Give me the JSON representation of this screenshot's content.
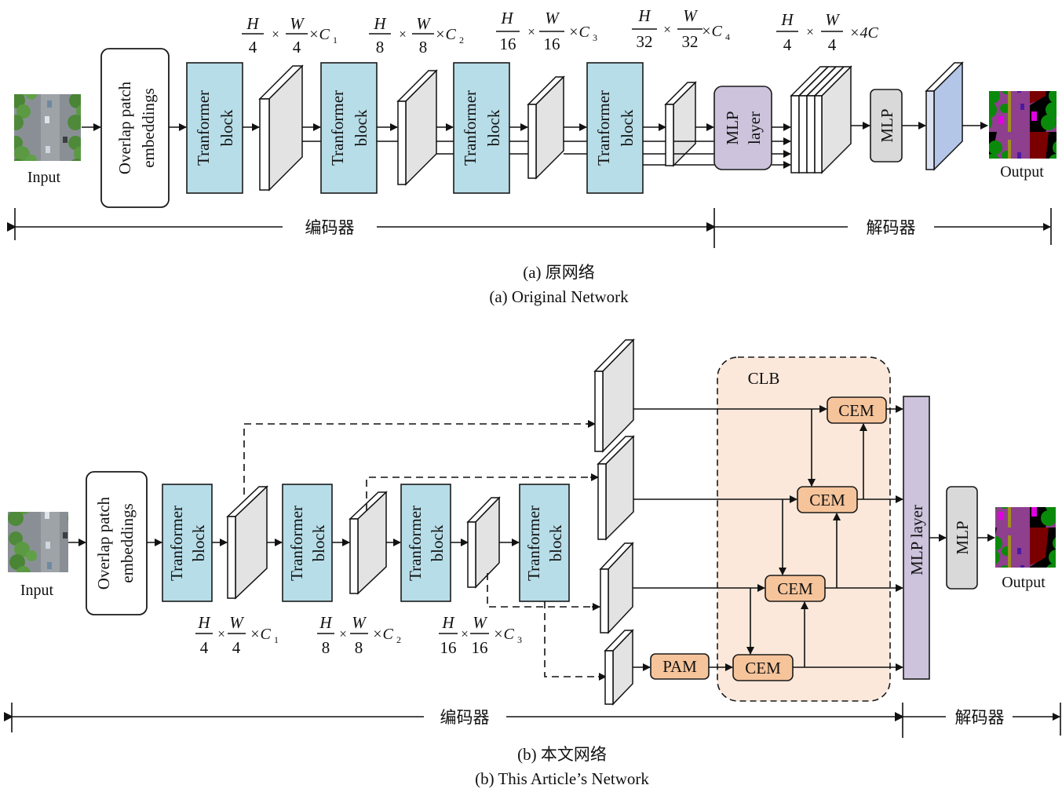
{
  "figure_a": {
    "input_label": "Input",
    "output_label": "Output",
    "embedding_label_line1": "Overlap patch",
    "embedding_label_line2": "embeddings",
    "block_line1": "Tranformer",
    "block_line2": "block",
    "mlp_layer_line1": "MLP",
    "mlp_layer_line2": "layer",
    "mlp_label": "MLP",
    "dims": [
      {
        "num1": "H",
        "den1": "4",
        "num2": "W",
        "den2": "4",
        "suffix": "×C",
        "sub": "1"
      },
      {
        "num1": "H",
        "den1": "8",
        "num2": "W",
        "den2": "8",
        "suffix": "×C",
        "sub": "2"
      },
      {
        "num1": "H",
        "den1": "16",
        "num2": "W",
        "den2": "16",
        "suffix": "×C",
        "sub": "3"
      },
      {
        "num1": "H",
        "den1": "32",
        "num2": "W",
        "den2": "32",
        "suffix": "×C",
        "sub": "4"
      },
      {
        "num1": "H",
        "den1": "4",
        "num2": "W",
        "den2": "4",
        "suffix": "×4C",
        "sub": ""
      }
    ],
    "times": "×",
    "encoder_label": "编码器",
    "decoder_label": "解码器",
    "caption_cn": "(a) 原网络",
    "caption_en": "(a) Original Network"
  },
  "figure_b": {
    "input_label": "Input",
    "output_label": "Output",
    "embedding_label_line1": "Overlap patch",
    "embedding_label_line2": "embeddings",
    "block_line1": "Tranformer",
    "block_line2": "block",
    "clb_label": "CLB",
    "cem_label": "CEM",
    "pam_label": "PAM",
    "mlp_layer_label": "MLP layer",
    "mlp_label": "MLP",
    "dims": [
      {
        "num1": "H",
        "den1": "4",
        "num2": "W",
        "den2": "4",
        "suffix": "×C",
        "sub": "1"
      },
      {
        "num1": "H",
        "den1": "8",
        "num2": "W",
        "den2": "8",
        "suffix": "×C",
        "sub": "2"
      },
      {
        "num1": "H",
        "den1": "16",
        "num2": "W",
        "den2": "16",
        "suffix": "×C",
        "sub": "3"
      }
    ],
    "times": "×",
    "encoder_label": "编码器",
    "decoder_label": "解码器",
    "caption_cn": "(b) 本文网络",
    "caption_en": "(b) This Article’s Network"
  },
  "colors": {
    "transformer_block": "#b7dde8",
    "mlp_layer": "#cdc3dc",
    "mlp": "#d9d9d9",
    "cem_pam": "#f6c49b",
    "clb_region": "#fbe8da",
    "feature_map": "#e3e3e3",
    "decoder_map": "#b4c6e7"
  }
}
